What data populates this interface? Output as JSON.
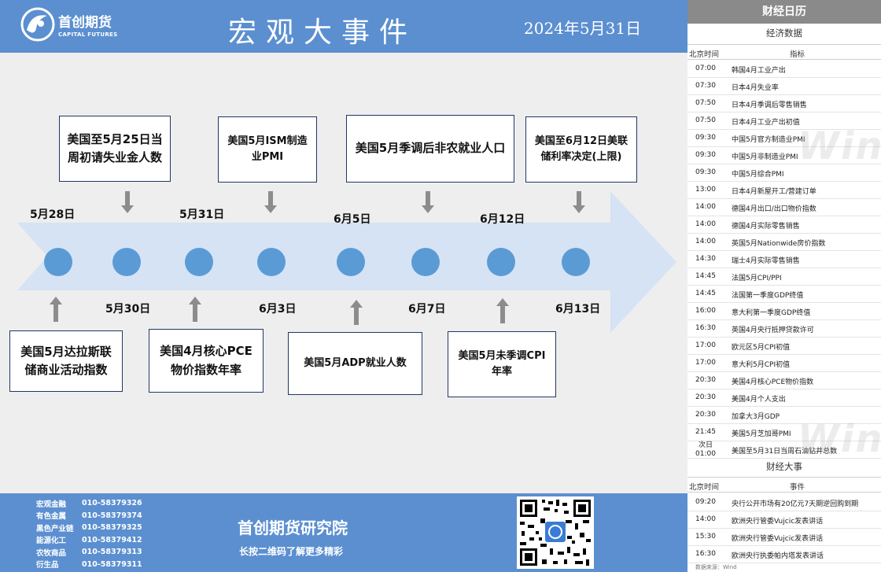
{
  "header": {
    "logo_main": "首创期货",
    "logo_sub": "CAPITAL FUTURES",
    "title": "宏观大事件",
    "date": "2024年5月31日"
  },
  "timeline": {
    "top_dates": [
      "5月28日",
      "5月31日",
      "6月5日",
      "6月12日"
    ],
    "bottom_dates": [
      "5月30日",
      "6月3日",
      "6月7日",
      "6月13日"
    ],
    "top_events": [
      "美国至5月25日当周初请失业金人数",
      "美国5月ISM制造业PMI",
      "美国5月季调后非农就业人口",
      "美国至6月12日美联储利率决定(上限)"
    ],
    "bottom_events": [
      "美国5月达拉斯联储商业活动指数",
      "美国4月核心PCE物价指数年率",
      "美国5月ADP就业人数",
      "美国5月未季调CPI年率"
    ]
  },
  "footer": {
    "contacts": [
      {
        "name": "宏观金融",
        "phone": "010-58379326"
      },
      {
        "name": "有色金属",
        "phone": "010-58379374"
      },
      {
        "name": "黑色产业链",
        "phone": "010-58379325"
      },
      {
        "name": "能源化工",
        "phone": "010-58379412"
      },
      {
        "name": "农牧商品",
        "phone": "010-58379313"
      },
      {
        "name": "衍生品",
        "phone": "010-58379311"
      }
    ],
    "title": "首创期货研究院",
    "subtitle": "长按二维码了解更多精彩"
  },
  "calendar": {
    "title": "财经日历",
    "econ_title": "经济数据",
    "col_time": "北京时间",
    "col_indicator": "指标",
    "econ_rows": [
      {
        "time": "07:00",
        "name": "韩国4月工业产出"
      },
      {
        "time": "07:30",
        "name": "日本4月失业率"
      },
      {
        "time": "07:50",
        "name": "日本4月季调后零售销售"
      },
      {
        "time": "07:50",
        "name": "日本4月工业产出初值"
      },
      {
        "time": "09:30",
        "name": "中国5月官方制造业PMI"
      },
      {
        "time": "09:30",
        "name": "中国5月非制造业PMI"
      },
      {
        "time": "09:30",
        "name": "中国5月综合PMI"
      },
      {
        "time": "13:00",
        "name": "日本4月新屋开工/营建订单"
      },
      {
        "time": "14:00",
        "name": "德国4月出口/出口物价指数"
      },
      {
        "time": "14:00",
        "name": "德国4月实际零售销售"
      },
      {
        "time": "14:00",
        "name": "英国5月Nationwide房价指数"
      },
      {
        "time": "14:30",
        "name": "瑞士4月实际零售销售"
      },
      {
        "time": "14:45",
        "name": "法国5月CPI/PPI"
      },
      {
        "time": "14:45",
        "name": "法国第一季度GDP终值"
      },
      {
        "time": "16:00",
        "name": "意大利第一季度GDP终值"
      },
      {
        "time": "16:30",
        "name": "英国4月央行抵押贷款许可"
      },
      {
        "time": "17:00",
        "name": "欧元区5月CPI初值"
      },
      {
        "time": "17:00",
        "name": "意大利5月CPI初值"
      },
      {
        "time": "20:30",
        "name": "美国4月核心PCE物价指数"
      },
      {
        "time": "20:30",
        "name": "美国4月个人支出"
      },
      {
        "time": "20:30",
        "name": "加拿大3月GDP"
      },
      {
        "time": "21:45",
        "name": "美国5月芝加哥PMI"
      },
      {
        "time": "次日 01:00",
        "time_l1": "次日",
        "time_l2": "01:00",
        "name": "美国至5月31日当周石油钻井总数"
      }
    ],
    "events_title": "财经大事",
    "col_event": "事件",
    "event_rows": [
      {
        "time": "09:20",
        "name": "央行公开市场有20亿元7天期逆回购到期"
      },
      {
        "time": "14:00",
        "name": "欧洲央行管委Vujcic发表讲话"
      },
      {
        "time": "15:30",
        "name": "欧洲央行管委Vujcic发表讲话"
      },
      {
        "time": "16:30",
        "name": "欧洲央行执委帕内塔发表讲话"
      }
    ],
    "source": "数据来源：Wind",
    "watermark": "Wind"
  },
  "colors": {
    "header_blue": "#5b8fd0",
    "circle_blue": "#5b9bd5",
    "arrow_fill": "#d6e3f5",
    "box_border": "#1f3864"
  }
}
